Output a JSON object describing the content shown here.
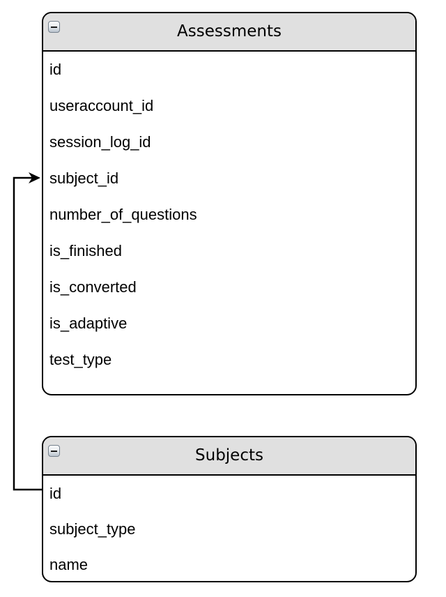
{
  "diagram": {
    "background_color": "#ffffff",
    "colors": {
      "entity_border": "#000000",
      "entity_header_bg": "#e0e0e0",
      "text": "#000000",
      "connector": "#000000"
    },
    "icons": {
      "collapse": "minus"
    },
    "tables": [
      {
        "name": "Assessments",
        "fields": [
          "id",
          "useraccount_id",
          "session_log_id",
          "subject_id",
          "number_of_questions",
          "is_finished",
          "is_converted",
          "is_adaptive",
          "test_type"
        ]
      },
      {
        "name": "Subjects",
        "fields": [
          "id",
          "subject_type",
          "name"
        ]
      }
    ],
    "relationships": [
      {
        "from_table": "Subjects",
        "from_field": "id",
        "to_table": "Assessments",
        "to_field": "subject_id",
        "arrow_points_to": "Assessments.subject_id"
      }
    ]
  }
}
